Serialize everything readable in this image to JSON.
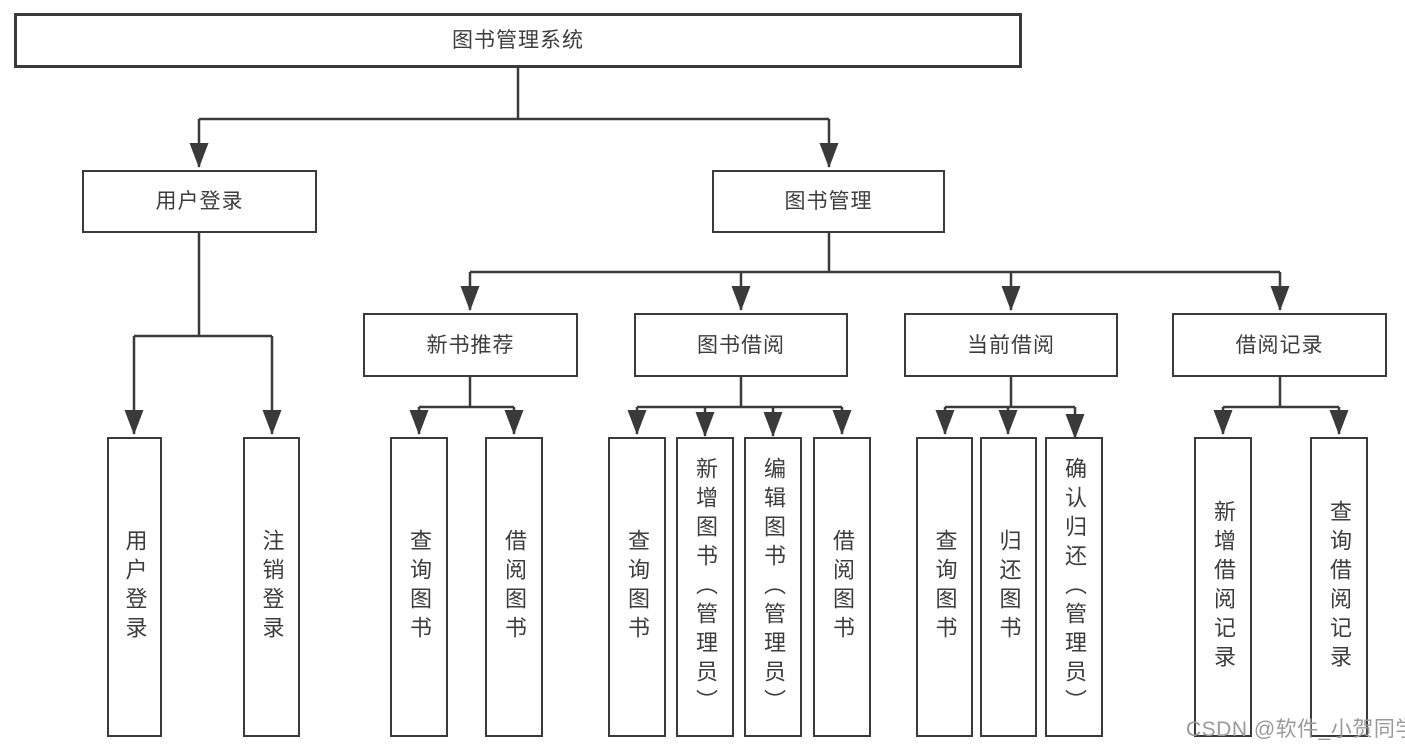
{
  "diagram": {
    "type": "tree",
    "root": {
      "label": "图书管理系统"
    },
    "branches": [
      {
        "label": "用户登录",
        "children": [
          {
            "label": "用户登录"
          },
          {
            "label": "注销登录"
          }
        ]
      },
      {
        "label": "图书管理",
        "children": [
          {
            "label": "新书推荐",
            "children": [
              {
                "label": "查询图书"
              },
              {
                "label": "借阅图书"
              }
            ]
          },
          {
            "label": "图书借阅",
            "children": [
              {
                "label": "查询图书"
              },
              {
                "label": "新增图书（管理员）"
              },
              {
                "label": "编辑图书（管理员）"
              },
              {
                "label": "借阅图书"
              }
            ]
          },
          {
            "label": "当前借阅",
            "children": [
              {
                "label": "查询图书"
              },
              {
                "label": "归还图书"
              },
              {
                "label": "确认归还（管理员）"
              }
            ]
          },
          {
            "label": "借阅记录",
            "children": [
              {
                "label": "新增借阅记录"
              },
              {
                "label": "查询借阅记录"
              }
            ]
          }
        ]
      }
    ],
    "watermark": {
      "text": "CSDN @软件_小贺同学"
    }
  },
  "colors": {
    "line": "#3a3a3a",
    "text": "#3d3d3d",
    "box_fill": "#ffffff",
    "background": "#ffffff",
    "watermark": "#9a9a9a"
  }
}
